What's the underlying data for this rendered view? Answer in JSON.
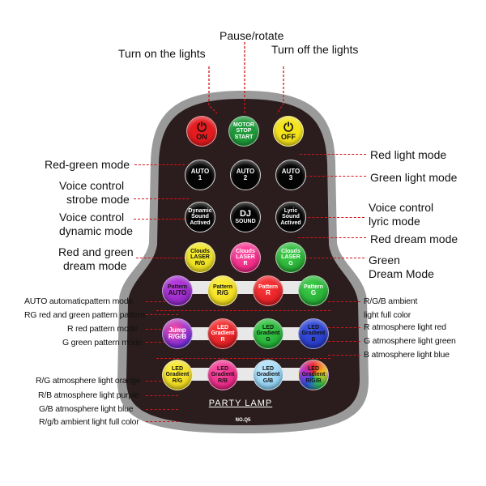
{
  "top_labels": {
    "pause": "Pause/rotate",
    "turn_on": "Turn on the lights",
    "turn_off": "Turn off the lights"
  },
  "left_labels": {
    "red_green_mode": "Red-green mode",
    "strobe_1": "Voice control",
    "strobe_2": "strobe mode",
    "dynamic_1": "Voice control",
    "dynamic_2": "dynamic mode",
    "dream_1": "Red and green",
    "dream_2": "dream mode",
    "auto_pattern": "AUTO automaticpattern mode",
    "rg_pattern": "RG red and green pattern pattern",
    "r_pattern": "R red pattern mode",
    "g_pattern": "G green pattern mode",
    "rg_orange": "R/G atmosphere light orange",
    "rb_purple": "R/B atmosphere light purple",
    "gb_blue": "G/B atmosphere light blue",
    "rgb_full": "R/g/b ambient light full color"
  },
  "right_labels": {
    "red_light": "Red light mode",
    "green_light": "Green light mode",
    "lyric_1": "Voice control",
    "lyric_2": "lyric mode",
    "red_dream": "Red dream mode",
    "green_dream_1": "Green",
    "green_dream_2": "Dream Mode",
    "rgb_ambient_1": "R/G/B ambient",
    "rgb_ambient_2": "light full color",
    "r_atm": "R atmosphere light red",
    "g_atm": "G atmosphere light green",
    "b_atm": "B atmosphere light blue"
  },
  "remote": {
    "brand": "PARTY LAMP",
    "model": "NO.Q5",
    "row1": {
      "on": "ON",
      "motor_1": "MOTOR",
      "motor_2": "STOP",
      "motor_3": "START",
      "off": "OFF",
      "power_symbol": "⏻"
    },
    "row2": {
      "auto1_a": "AUTO",
      "auto1_b": "1",
      "auto2_a": "AUTO",
      "auto2_b": "2",
      "auto3_a": "AUTO",
      "auto3_b": "3"
    },
    "row3": {
      "dyn_a": "Dynamic",
      "dyn_b": "Sound",
      "dyn_c": "Actived",
      "dj_a": "DJ",
      "dj_b": "SOUND",
      "lyr_a": "Lyric",
      "lyr_b": "Sound",
      "lyr_c": "Actived"
    },
    "row4": {
      "c1_a": "Clouds",
      "c1_b": "LASER",
      "c1_c": "R/G",
      "c2_a": "Clouds",
      "c2_b": "LASER",
      "c2_c": "R",
      "c3_a": "Clouds",
      "c3_b": "LASER",
      "c3_c": "G"
    },
    "row5": {
      "p1_a": "Pattern",
      "p1_b": "AUTO",
      "p2_a": "Pattern",
      "p2_b": "R/G",
      "p3_a": "Pattern",
      "p3_b": "R",
      "p4_a": "Pattern",
      "p4_b": "G"
    },
    "row6": {
      "j_a": "Jump",
      "j_b": "R/G/B",
      "l1_a": "LED",
      "l1_b": "Gradient",
      "l1_c": "R",
      "l2_a": "LED",
      "l2_b": "Gradient",
      "l2_c": "G",
      "l3_a": "LED",
      "l3_b": "Gradient",
      "l3_c": "B"
    },
    "row7": {
      "m1_a": "LED",
      "m1_b": "Gradient",
      "m1_c": "R/G",
      "m2_a": "LED",
      "m2_b": "Gradient",
      "m2_c": "R/B",
      "m3_a": "LED",
      "m3_b": "Gradient",
      "m3_c": "G/B",
      "m4_a": "LED",
      "m4_b": "Gradient",
      "m4_c": "R/G/B"
    }
  },
  "colors": {
    "remote_body": "#2b1d1d",
    "remote_rim": "#9a9a9a",
    "dashed_lines": "#d0161b"
  }
}
